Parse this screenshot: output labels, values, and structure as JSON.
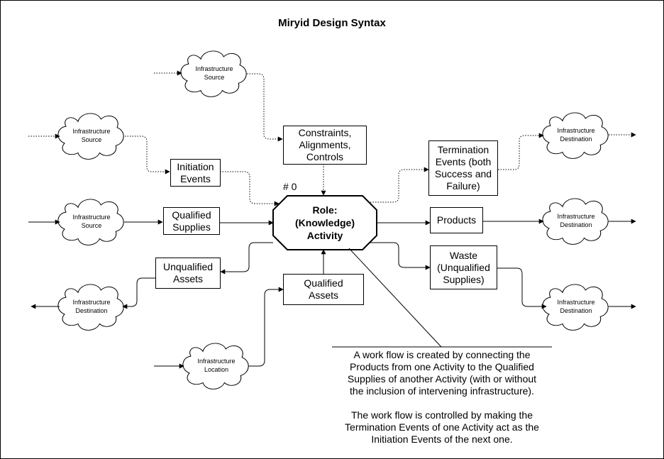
{
  "diagram": {
    "title": "Miryid Design Syntax",
    "center_node": {
      "label": "Role:\n(Knowledge)\nActivity",
      "number": "# 0"
    },
    "boxes": {
      "constraints": "Constraints,\nAlignments,\nControls",
      "initiation": "Initiation\nEvents",
      "qualified_supplies": "Qualified\nSupplies",
      "unqualified_assets": "Unqualified\nAssets",
      "qualified_assets": "Qualified\nAssets",
      "termination": "Termination\nEvents (both\nSuccess and\nFailure)",
      "products": "Products",
      "waste": "Waste\n(Unqualified\nSupplies)"
    },
    "clouds": {
      "source_top": "Infrastructure\nSource",
      "source_mid": "Infrastructure\nSource",
      "source_low": "Infrastructure\nSource",
      "dest_left": "Infrastructure\nDestination",
      "location": "Infrastructure\nLocation",
      "dest_top_right": "Infrastructure\nDestination",
      "dest_mid_right": "Infrastructure\nDestination",
      "dest_low_right": "Infrastructure\nDestination"
    },
    "note": "A work flow is created by connecting the\nProducts from one Activity to the Qualified\nSupplies of another Activity (with or without\nthe inclusion of intervening infrastructure).\n\nThe work flow is controlled by making the\nTermination Events of one Activity act as the\nInitiation Events of the next one."
  }
}
